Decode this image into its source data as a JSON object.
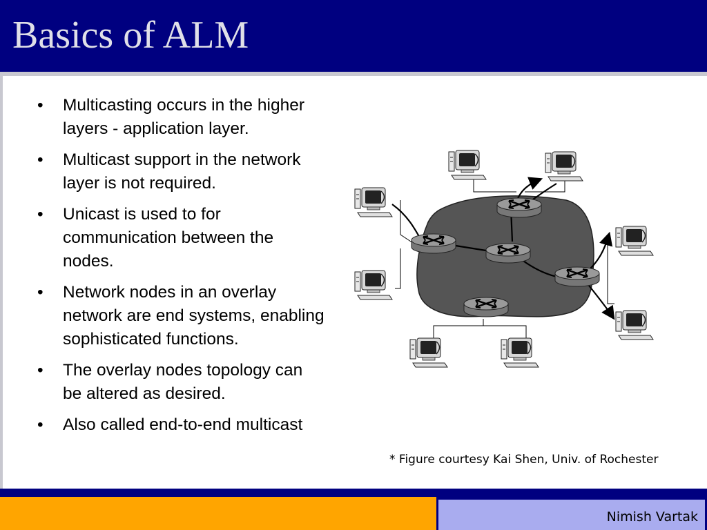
{
  "slide": {
    "title": "Basics of ALM",
    "bullets": [
      "Multicasting occurs in the higher layers - application layer.",
      "Multicast support in the network layer is not required.",
      "Unicast is used to for communication between the nodes.",
      "Network nodes in an overlay network are end systems, enabling sophisticated functions.",
      "The overlay nodes topology can be altered as desired.",
      "Also called end-to-end multicast"
    ],
    "figure_caption": "* Figure courtesy Kai Shen, Univ. of Rochester",
    "author": "Nimish Vartak"
  },
  "colors": {
    "title_bar": "#000080",
    "title_text": "#e0e0e8",
    "footer_orange": "#ffa500",
    "footer_author_bg": "#a9acef",
    "network_cloud": "#555555"
  },
  "diagram": {
    "description_icons": [
      "host-computer-icon",
      "router-icon"
    ]
  }
}
